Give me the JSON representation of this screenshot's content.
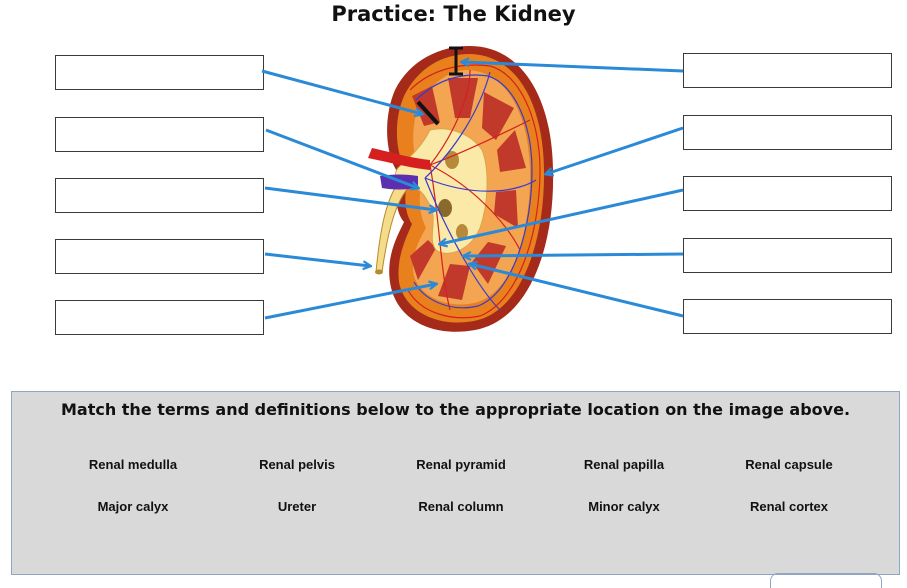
{
  "title": "Practice: The Kidney",
  "instructions": "Match the terms and definitions below to the appropriate location on the image above.",
  "terms_row1": [
    "Renal medulla",
    "Renal pelvis",
    "Renal pyramid",
    "Renal papilla",
    "Renal capsule"
  ],
  "terms_row2": [
    "Major calyx",
    "Ureter",
    "Renal column",
    "Minor calyx",
    "Renal cortex"
  ],
  "left_boxes": [
    "",
    "",
    "",
    "",
    ""
  ],
  "right_boxes": [
    "",
    "",
    "",
    "",
    ""
  ],
  "colors": {
    "arrow": "#2a8ad8",
    "cortex": "#e8801e",
    "capsule": "#a52a1a",
    "medulla_pyramid": "#c0392b",
    "pelvis": "#fbe9a8",
    "vessel_red": "#d62020",
    "vessel_blue": "#3a3ad0",
    "panel_bg": "#d9d9d9"
  }
}
